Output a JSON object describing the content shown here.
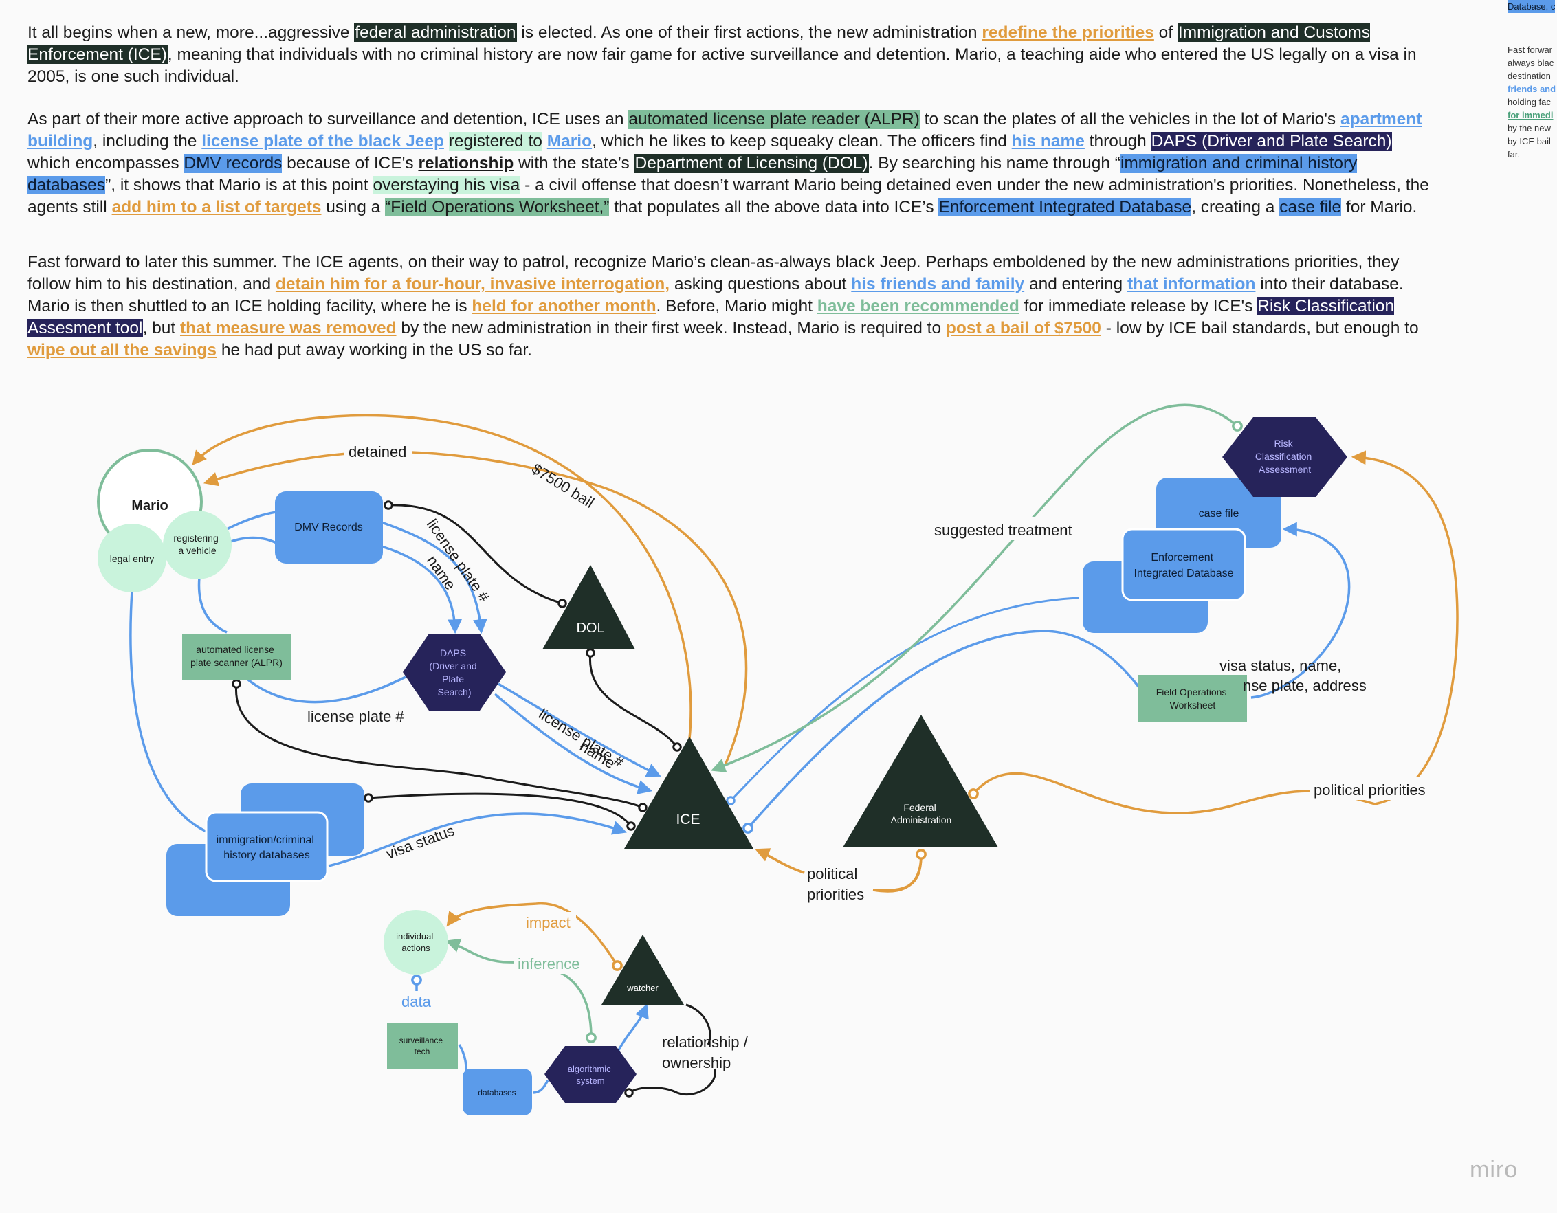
{
  "story": {
    "p1": [
      {
        "t": "It all begins when a new, more...aggressive "
      },
      {
        "t": "federal administration",
        "s": "hl-dark"
      },
      {
        "t": " is elected. As one of their first actions, the new administration "
      },
      {
        "t": "redefine the priorities",
        "s": "lk-orange"
      },
      {
        "t": " of "
      },
      {
        "t": "Immigration and Customs Enforcement (ICE)",
        "s": "hl-dark"
      },
      {
        "t": ", meaning that individuals with no criminal history are now fair game for active surveillance and detention. Mario, a teaching aide who entered the US legally on a visa in 2005, is one such individual."
      }
    ],
    "p2": [
      {
        "t": "As part of their more active approach to surveillance and detention, ICE uses an "
      },
      {
        "t": "automated license plate reader (ALPR)",
        "s": "hl-green"
      },
      {
        "t": " to scan the plates of all the vehicles in the lot of Mario's "
      },
      {
        "t": "apartment building",
        "s": "lk-blue"
      },
      {
        "t": ", including the "
      },
      {
        "t": "license plate of the black Jeep",
        "s": "lk-blue"
      },
      {
        "t": " "
      },
      {
        "t": "registered to",
        "s": "hl-mint"
      },
      {
        "t": " "
      },
      {
        "t": "Mario",
        "s": "lk-blue"
      },
      {
        "t": ", which he likes to keep squeaky clean. The officers find "
      },
      {
        "t": "his name",
        "s": "lk-blue"
      },
      {
        "t": " through "
      },
      {
        "t": "DAPS (Driver and Plate Search)",
        "s": "hl-navy"
      },
      {
        "t": " which encompasses "
      },
      {
        "t": "DMV records",
        "s": "hl-blue"
      },
      {
        "t": " because of ICE's "
      },
      {
        "t": "relationship",
        "s": "lk-dark"
      },
      {
        "t": " with the state’s "
      },
      {
        "t": "Department of Licensing (DOL)",
        "s": "hl-dark"
      },
      {
        "t": ". By searching his name through “"
      },
      {
        "t": "immigration and criminal history databases",
        "s": "hl-blue"
      },
      {
        "t": "”, it shows that Mario is at this point "
      },
      {
        "t": "overstaying his visa",
        "s": "hl-mint"
      },
      {
        "t": " - a civil offense that doesn’t warrant Mario being detained even under the new administration's priorities. Nonetheless, the agents still "
      },
      {
        "t": "add him to a list of targets",
        "s": "lk-orange"
      },
      {
        "t": " using a "
      },
      {
        "t": "“Field Operations Worksheet,”",
        "s": "hl-green"
      },
      {
        "t": " that populates all the above data into ICE’s "
      },
      {
        "t": "Enforcement Integrated Database",
        "s": "hl-blue"
      },
      {
        "t": ", creating a "
      },
      {
        "t": "case file",
        "s": "hl-blue"
      },
      {
        "t": " for Mario."
      }
    ],
    "p3": [
      {
        "t": "Fast forward to later this summer. The ICE agents, on their way to patrol, recognize Mario’s clean-as-always black Jeep. Perhaps emboldened by the new administrations priorities, they follow him to his destination, and "
      },
      {
        "t": "detain him for a four-hour, invasive interrogation,",
        "s": "lk-orange"
      },
      {
        "t": " asking questions about "
      },
      {
        "t": "his friends and family",
        "s": "lk-blue"
      },
      {
        "t": " and entering "
      },
      {
        "t": "that information",
        "s": "lk-blue"
      },
      {
        "t": " into their database. Mario is then shuttled to an ICE holding facility, where he is "
      },
      {
        "t": "held for another month",
        "s": "lk-orange"
      },
      {
        "t": ". Before, Mario might "
      },
      {
        "t": "have been recommended",
        "s": "lk-teal"
      },
      {
        "t": " for immediate release by ICE's "
      },
      {
        "t": "Risk Classification Assesment tool",
        "s": "hl-navy"
      },
      {
        "t": ", but "
      },
      {
        "t": "that measure was removed",
        "s": "lk-orange"
      },
      {
        "t": " by the new administration in their first week. Instead, Mario is required to "
      },
      {
        "t": "post a bail of $7500",
        "s": "lk-orange"
      },
      {
        "t": " - low by ICE bail standards, but enough to "
      },
      {
        "t": "wipe out all the savings",
        "s": "lk-orange"
      },
      {
        "t": " he had put away working in the US so far."
      }
    ]
  },
  "side_panel": {
    "top_text": "Database, c",
    "lines": [
      {
        "t": "Fast forwar"
      },
      {
        "t": "always blac"
      },
      {
        "t": "destination"
      },
      {
        "t": "friends and",
        "s": "b"
      },
      {
        "t": "holding fac"
      },
      {
        "t": "for immedi",
        "s": "t"
      },
      {
        "t": "by the new"
      },
      {
        "t": "by ICE bail"
      },
      {
        "t": "far."
      }
    ]
  },
  "diagram": {
    "colors": {
      "orange": "#e09b3d",
      "blue": "#5b9bea",
      "teal": "#7fbd9a",
      "dark": "#1f2f28",
      "navy": "#26235a",
      "mint": "#c9f3dc",
      "black": "#1b1b1b"
    },
    "nodes": {
      "mario": "Mario",
      "legal_entry": "legal entry",
      "registering": [
        "registering",
        "a vehicle"
      ],
      "dmv": "DMV Records",
      "alpr": [
        "automated license",
        "plate scanner (ALPR)"
      ],
      "daps": [
        "DAPS",
        "(Driver and",
        "Plate",
        "Search)"
      ],
      "dol": "DOL",
      "ice": "ICE",
      "immigration_db": [
        "immigration/criminal",
        "history databases"
      ],
      "federal": [
        "Federal",
        "Administration"
      ],
      "risk": [
        "Risk",
        "Classification",
        "Assessment"
      ],
      "case_file": "case file",
      "eid": [
        "Enforcement",
        "Integrated Database"
      ],
      "fow": [
        "Field Operations",
        "Worksheet"
      ]
    },
    "edge_labels": {
      "detained": "detained",
      "bail": "$7500 bail",
      "license_plate_1": "license plate #",
      "name_1": "name",
      "license_plate_2": "license plate #",
      "license_plate_3": "license plate #",
      "name_2": "name",
      "visa_status": "visa status",
      "suggested_treatment": "suggested treatment",
      "visa_info_1": "visa status, name,",
      "visa_info_2": "nse plate, address",
      "political_1": "political priorities",
      "political_2a": "political",
      "political_2b": "priorities"
    },
    "legend": {
      "individual_actions": [
        "individual",
        "actions"
      ],
      "surveillance_tech": [
        "surveillance",
        "tech"
      ],
      "databases": "databases",
      "algorithmic_system": [
        "algorithmic",
        "system"
      ],
      "watcher": "watcher",
      "impact": "impact",
      "inference": "inference",
      "data": "data",
      "relationship_1": "relationship /",
      "relationship_2": "ownership"
    }
  },
  "watermark": "miro"
}
